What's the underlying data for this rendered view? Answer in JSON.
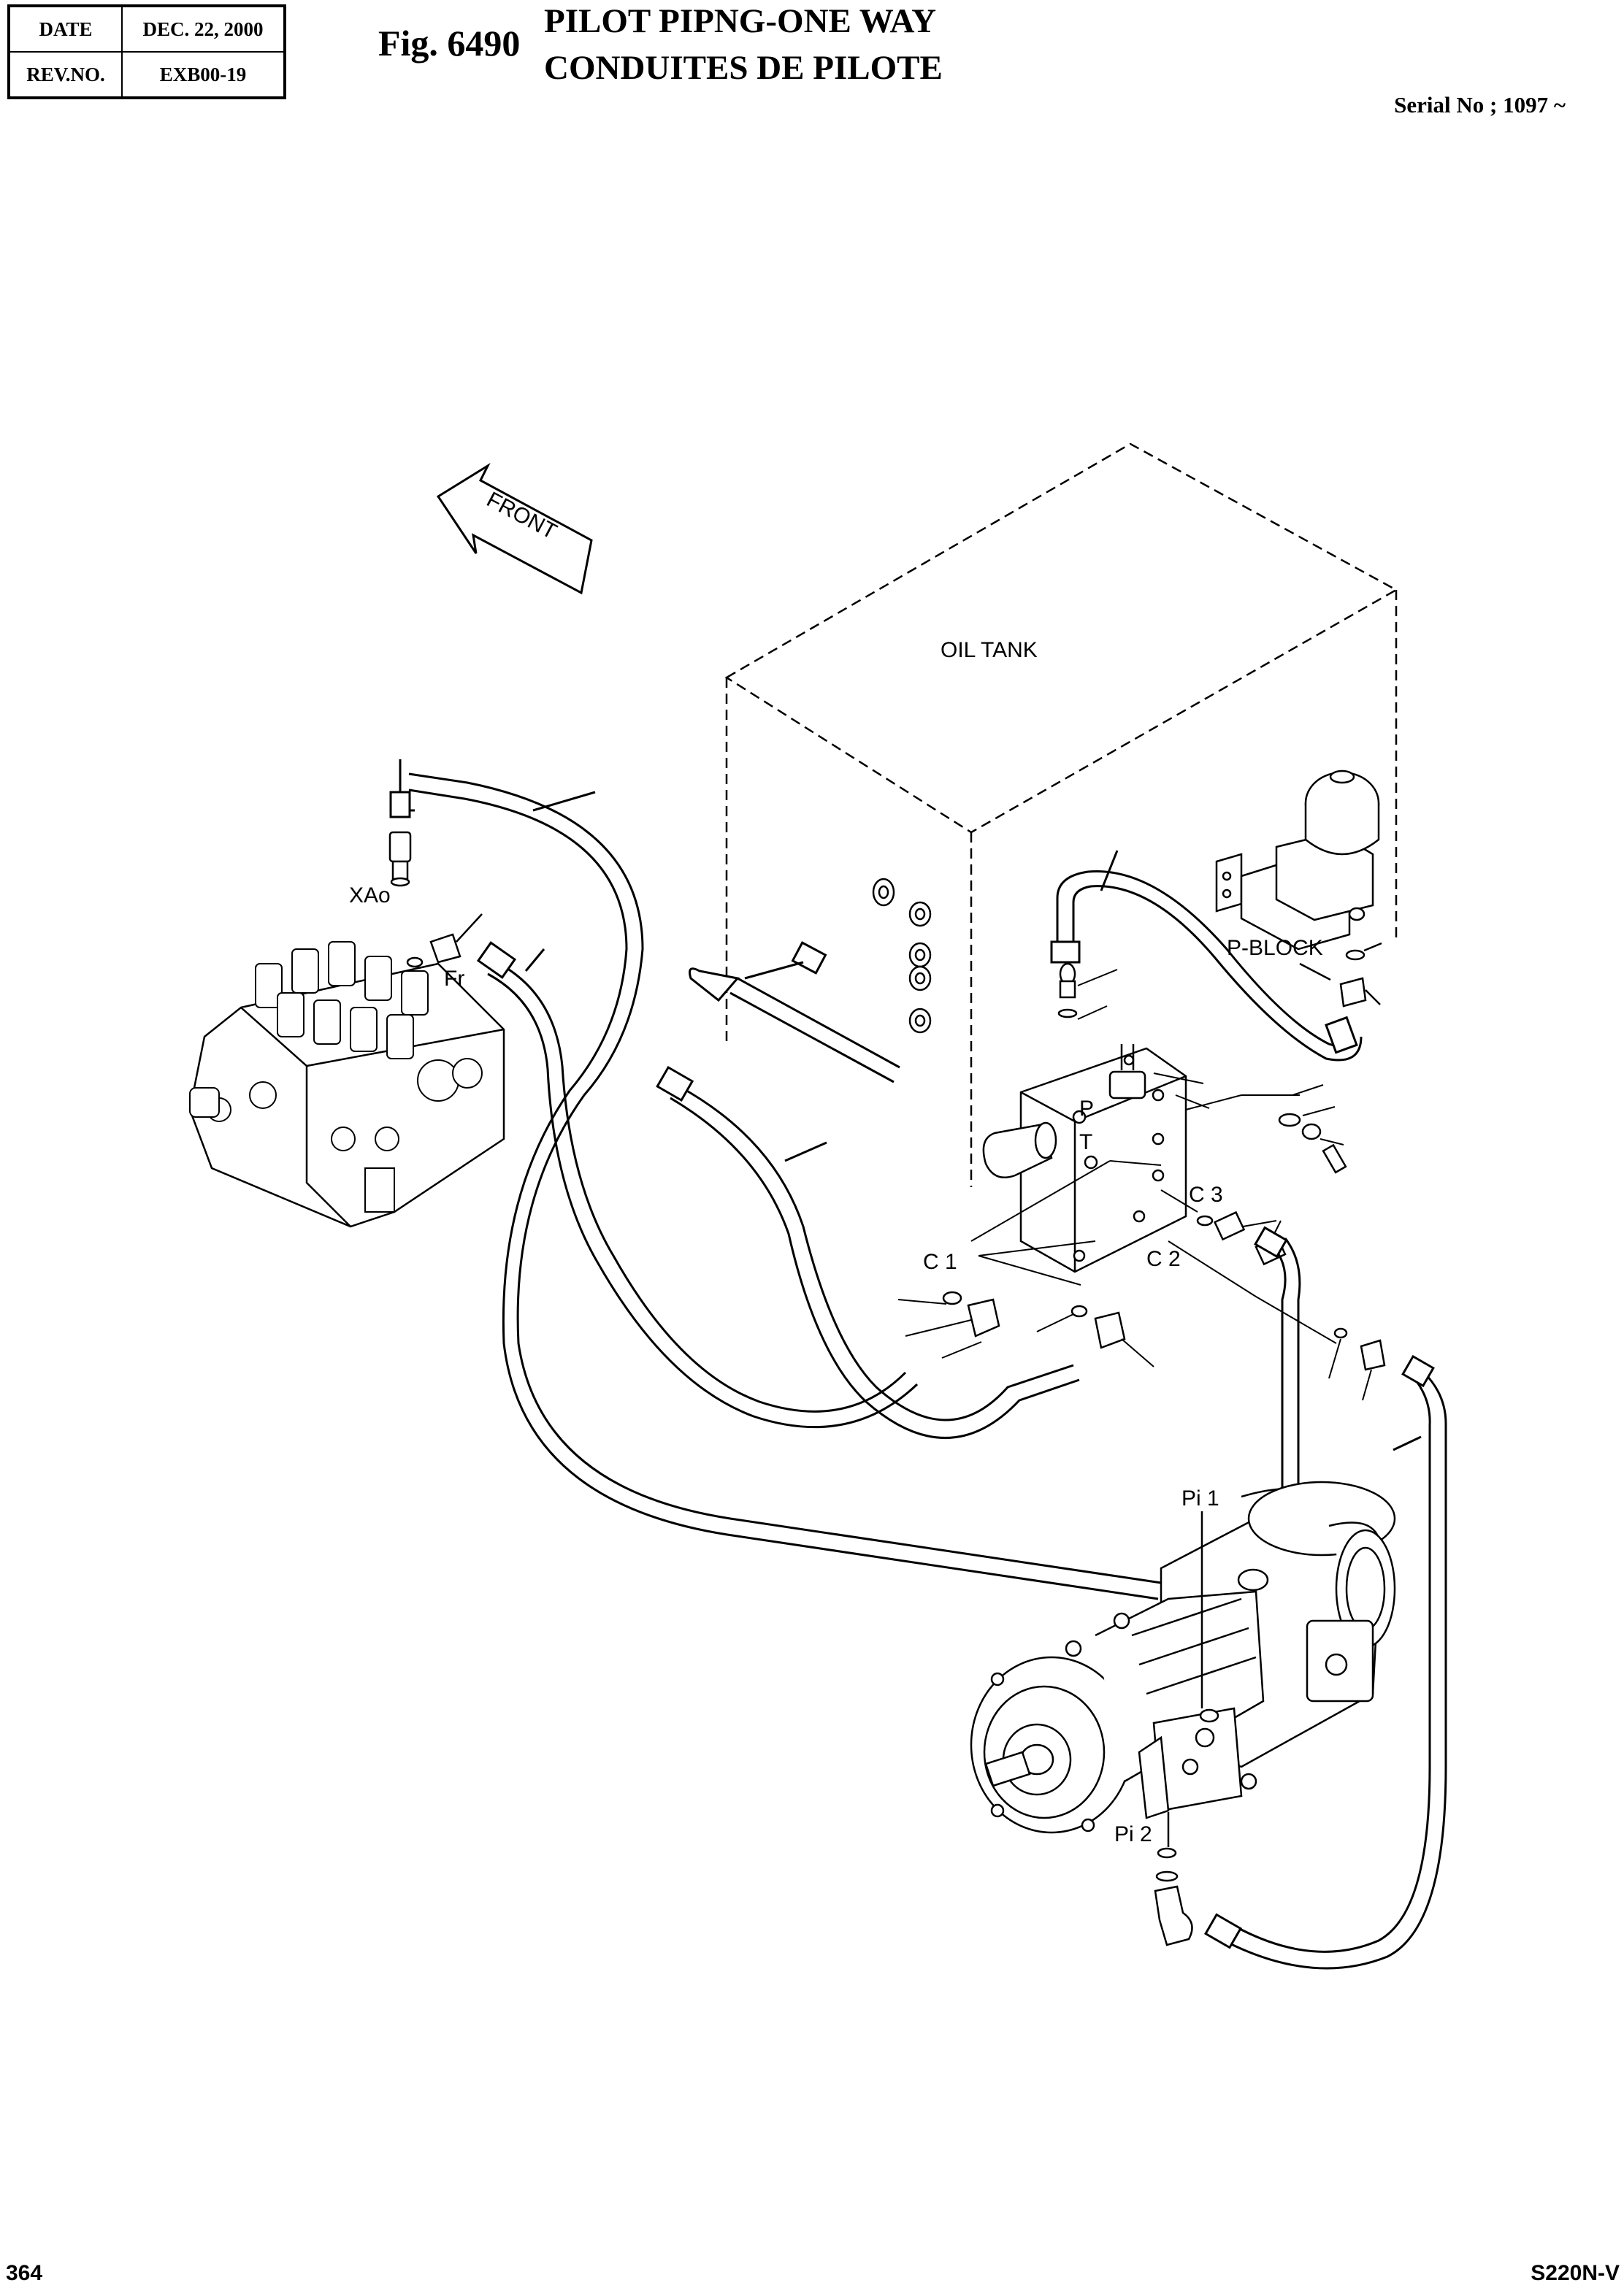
{
  "header": {
    "date_label": "DATE",
    "date_value": "DEC. 22, 2000",
    "rev_label": "REV.NO.",
    "rev_value": "EXB00-19"
  },
  "figure": {
    "number": "Fig. 6490",
    "title_line1": "PILOT PIPNG-ONE WAY",
    "title_line2": "CONDUITES DE PILOTE"
  },
  "serial": "Serial No ; 1097 ~",
  "footer": {
    "page_number": "364",
    "model": "S220N-V"
  },
  "diagram_labels": {
    "front": "FRONT",
    "oil_tank": "OIL TANK",
    "xao": "XAo",
    "fr": "Fr",
    "p_block": "P-BLOCK",
    "p": "P",
    "t": "T",
    "c1": "C 1",
    "c2": "C 2",
    "c3": "C 3",
    "pi1": "Pi 1",
    "pi2": "Pi 2"
  }
}
